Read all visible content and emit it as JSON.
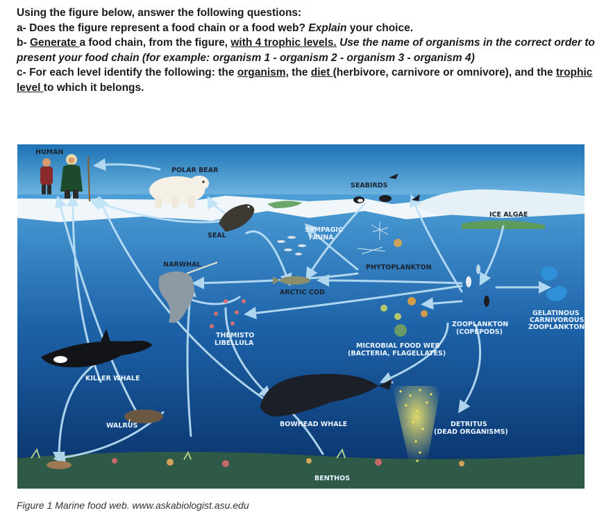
{
  "questions": {
    "intro": "Using the figure below, answer the following questions:",
    "a": {
      "prefix": "a- Does the figure represent a food chain or a food web? ",
      "explain": "Explain",
      "suffix": " your choice."
    },
    "b": {
      "prefix": "b- ",
      "generate": "Generate ",
      "mid": "a food chain, from the figure, ",
      "levels": "with 4 trophic levels.",
      "instruction": " Use the name of organisms in the correct order to present your food chain (for example: organism 1 - organism 2 - organism 3 - organism 4)"
    },
    "c": {
      "prefix": "c- For each level identify the following: the ",
      "organism": "organism",
      "mid1": ", the ",
      "diet": "diet ",
      "mid2": "(herbivore, carnivore or omnivore), and the ",
      "trophic": "trophic level ",
      "suffix": "to which it belongs."
    }
  },
  "figure": {
    "labels": {
      "human": "HUMAN",
      "polar_bear": "POLAR BEAR",
      "seabirds": "SEABIRDS",
      "ice_algae": "ICE ALGAE",
      "seal": "SEAL",
      "sympagic_1": "SYMPAGIC",
      "sympagic_2": "FAUNA",
      "narwhal": "NARWHAL",
      "phytoplankton": "PHYTOPLANKTON",
      "arctic_cod": "ARCTIC COD",
      "gelatinous_1": "GELATINOUS",
      "gelatinous_2": "CARNIVOROUS",
      "gelatinous_3": "ZOOPLANKTON",
      "zooplankton_1": "ZOOPLANKTON",
      "zooplankton_2": "(COPEPODS)",
      "themisto_1": "THEMISTO",
      "themisto_2": "LIBELLULA",
      "microbial_1": "MICROBIAL FOOD WEB",
      "microbial_2": "(BACTERIA, FLAGELLATES)",
      "killer_whale": "KILLER WHALE",
      "walrus": "WALRUS",
      "bowhead_whale": "BOWHEAD WHALE",
      "detritus_1": "DETRITUS",
      "detritus_2": "(DEAD ORGANISMS)",
      "benthos": "BENTHOS"
    }
  },
  "caption": "Figure 1 Marine food web. www.askabiologist.asu.edu"
}
